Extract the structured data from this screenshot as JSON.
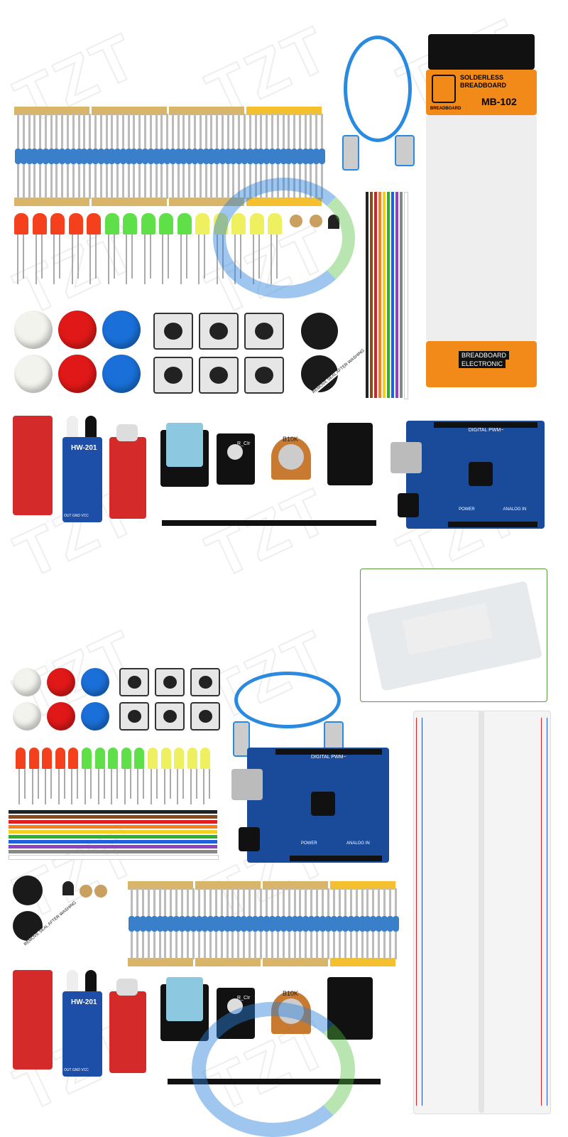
{
  "watermark": "TZT",
  "breadboard_pack": {
    "title_line1": "SOLDERLESS",
    "title_line2": "BREADBOARD",
    "model": "MB-102",
    "brand": "BREADBOARD",
    "footer_line1": "BREADBOARD",
    "footer_line2": "ELECTRONIC"
  },
  "modules": {
    "ir_sensor_label": "HW-201",
    "ir_pins": "OUT GND VCC",
    "rgb_label": "R_CIr",
    "pot_label": "B10K",
    "buzzer_sticker": "REMOVE SEAL AFTER WASHING",
    "arduino_label": "DIGITAL PWM~",
    "arduino_power": "POWER",
    "arduino_analog": "ANALOG IN"
  },
  "colors": {
    "led_red": "#f5401e",
    "led_green": "#5fe048",
    "led_yellow": "#eef060",
    "cap_white": "#f3f3ee",
    "cap_red": "#e01818",
    "cap_blue": "#1a70d8",
    "pcb_red": "#d42a2a",
    "pcb_blue": "#1d4fa8",
    "arduino_blue": "#1a4a9a",
    "pack_orange": "#f28a1a",
    "box_border": "#5a9a3a",
    "usb_blue": "#2a8ae0",
    "wires": [
      "#222222",
      "#8b4a1a",
      "#e02020",
      "#f08020",
      "#f0d020",
      "#30b030",
      "#2060e0",
      "#9040c0",
      "#888888",
      "#ffffff"
    ]
  }
}
